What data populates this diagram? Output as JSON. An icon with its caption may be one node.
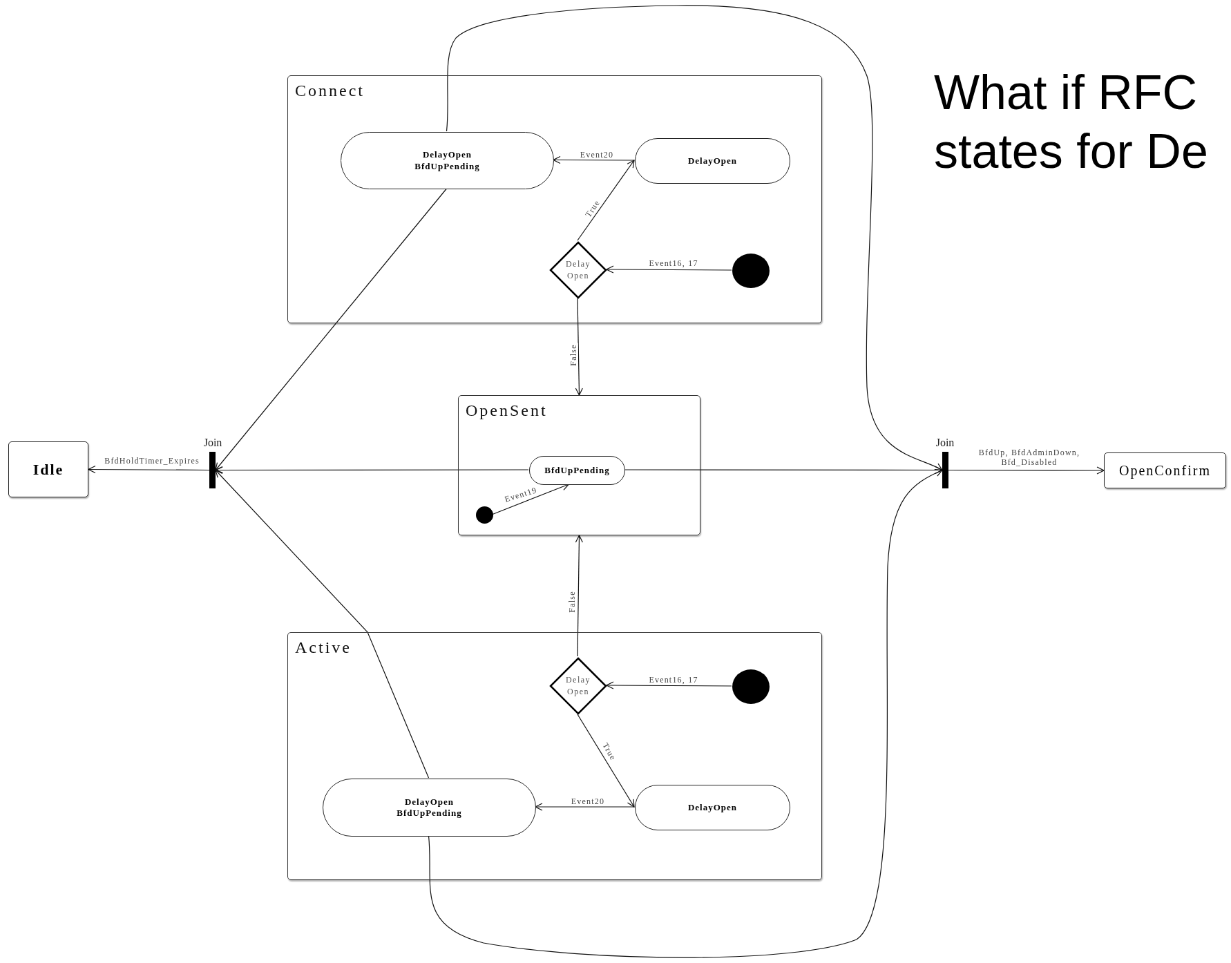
{
  "diagram": {
    "title": "What if RFC states for De",
    "nodes": [
      {
        "text": [
          "Connect"
        ]
      },
      {
        "text": [
          "DelayOpen BfdUpPending"
        ],
        "in": 0
      },
      {
        "text": [
          "DelayOpen"
        ],
        "in": 0
      },
      {
        "text": [
          "Delay Open"
        ],
        "in": 0
      },
      {
        "text": [],
        "shape": "circle",
        "in": 0
      },
      {
        "text": [
          "Idle"
        ]
      },
      {
        "text": [
          "Join"
        ]
      },
      {
        "text": [
          "OpenSent"
        ]
      },
      {
        "text": [
          "BfdUpPending"
        ],
        "in": 7
      },
      {
        "text": [],
        "shape": "circle",
        "in": 7
      },
      {
        "text": [
          "Join"
        ]
      },
      {
        "text": [
          "OpenConfirm"
        ]
      },
      {
        "text": [
          "Active"
        ]
      },
      {
        "text": [
          "Delay Open"
        ],
        "in": 12
      },
      {
        "text": [],
        "shape": "circle",
        "in": 12
      },
      {
        "text": [
          "DelayOpen BfdUpPending"
        ],
        "in": 12
      },
      {
        "text": [
          "DelayOpen"
        ],
        "in": 12
      }
    ],
    "edges": [
      {
        "from": 4,
        "to": 3,
        "arrow": "to",
        "label": "Event16, 17"
      },
      {
        "from": 3,
        "to": 2,
        "arrow": "to",
        "label": "True"
      },
      {
        "from": 2,
        "to": 1,
        "arrow": "to",
        "label": "Event20"
      },
      {
        "from": 3,
        "to": 7,
        "arrow": "to",
        "label": "False"
      },
      {
        "from": 1,
        "to": 6,
        "arrow": "to"
      },
      {
        "from": 1,
        "to": 10,
        "arrow": "to"
      },
      {
        "from": 9,
        "to": 8,
        "arrow": "to",
        "label": "Event19"
      },
      {
        "from": 8,
        "to": 6,
        "arrow": "to"
      },
      {
        "from": 8,
        "to": 10,
        "arrow": "to"
      },
      {
        "from": 14,
        "to": 13,
        "arrow": "to",
        "label": "Event16, 17"
      },
      {
        "from": 13,
        "to": 16,
        "arrow": "to",
        "label": "True"
      },
      {
        "from": 16,
        "to": 15,
        "arrow": "to",
        "label": "Event20"
      },
      {
        "from": 13,
        "to": 7,
        "arrow": "to",
        "label": "False"
      },
      {
        "from": 15,
        "to": 6,
        "arrow": "to"
      },
      {
        "from": 15,
        "to": 10,
        "arrow": "to"
      },
      {
        "from": 6,
        "to": 5,
        "arrow": "to",
        "label": "BfdHoldTimer_Expires"
      },
      {
        "from": 10,
        "to": 11,
        "arrow": "to",
        "label": "BfdUp, BfdAdminDown, Bfd_Disabled"
      }
    ]
  }
}
